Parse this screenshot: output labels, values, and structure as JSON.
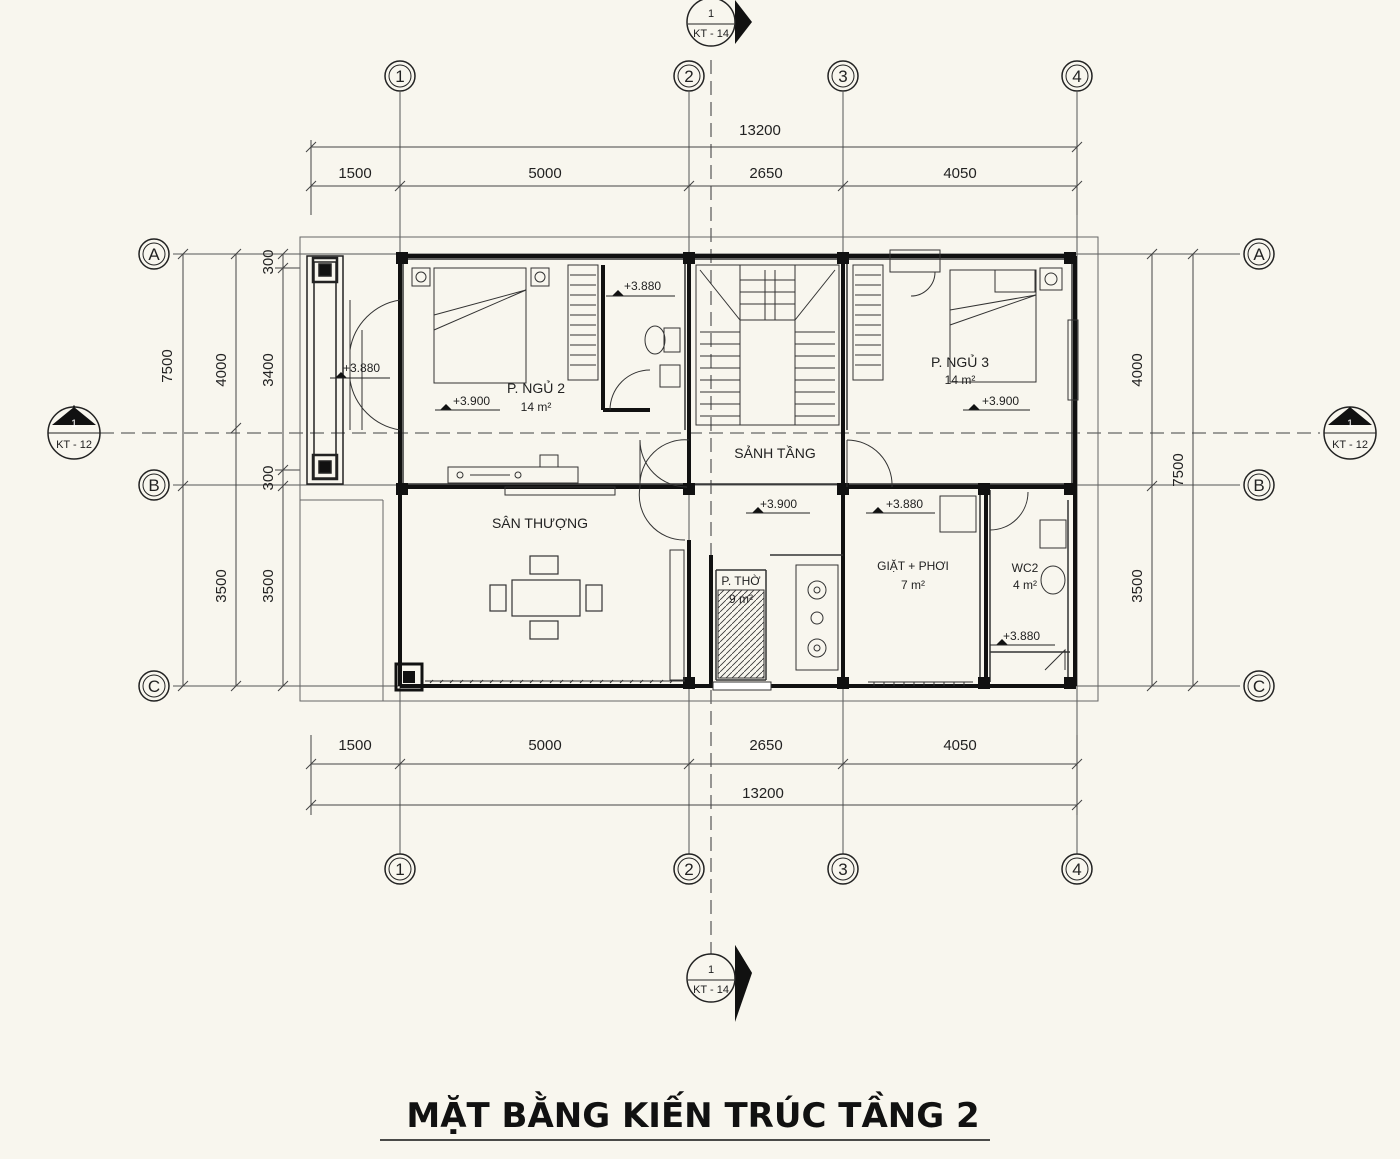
{
  "title": "MẶT BẰNG KIẾN TRÚC TẦNG 2",
  "grid_axes": {
    "columns": [
      "1",
      "2",
      "3",
      "4"
    ],
    "rows": [
      "A",
      "B",
      "C"
    ]
  },
  "dimensions": {
    "total_width": "13200",
    "segments": [
      "1500",
      "5000",
      "2650",
      "4050"
    ],
    "total_depth": "7500",
    "left_outer": [
      "4000",
      "3500"
    ],
    "left_inner": [
      "300",
      "3400",
      "300",
      "3500"
    ],
    "right_outer": [
      "4000",
      "3500"
    ]
  },
  "section_markers": {
    "top": {
      "num": "1",
      "sheet": "KT - 14"
    },
    "bottom": {
      "num": "1",
      "sheet": "KT - 14"
    },
    "left": {
      "num": "1",
      "sheet": "KT - 12"
    },
    "right": {
      "num": "1",
      "sheet": "KT - 12"
    }
  },
  "rooms": {
    "bedroom2": {
      "name": "P. NGỦ 2",
      "area": "14 m²"
    },
    "bedroom3": {
      "name": "P. NGỦ 3",
      "area": "14 m²"
    },
    "hall": {
      "name": "SẢNH TẦNG"
    },
    "terrace": {
      "name": "SÂN THƯỢNG"
    },
    "worship": {
      "name": "P. THỜ",
      "area": "9 m²"
    },
    "laundry": {
      "name": "GIẶT + PHƠI",
      "area": "7 m²"
    },
    "wc2": {
      "name": "WC2",
      "area": "4 m²"
    }
  },
  "levels": {
    "balcony": "+3.880",
    "bedroom2": "+3.900",
    "wc1": "+3.880",
    "bedroom3": "+3.900",
    "hall": "+3.900",
    "laundry": "+3.880",
    "wc2": "+3.880"
  }
}
